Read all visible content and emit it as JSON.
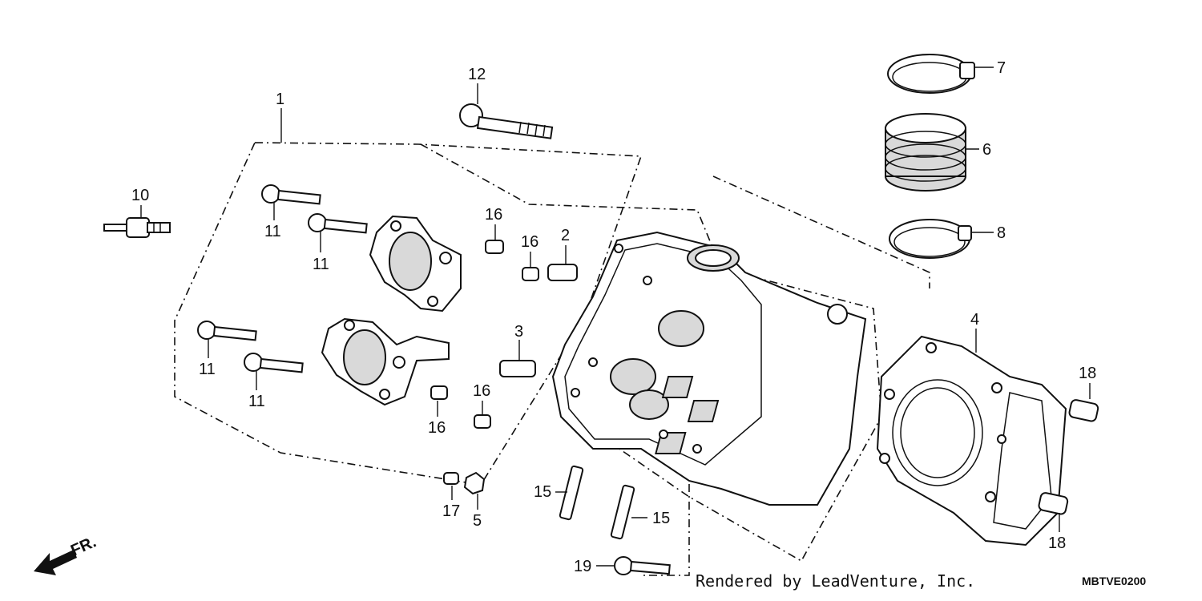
{
  "diagram": {
    "callouts": {
      "c1": "1",
      "c2": "2",
      "c3": "3",
      "c4": "4",
      "c5": "5",
      "c6": "6",
      "c7": "7",
      "c8": "8",
      "c10": "10",
      "c11": "11",
      "c12": "12",
      "c15": "15",
      "c16": "16",
      "c17": "17",
      "c18": "18",
      "c19": "19"
    },
    "direction_label": "FR.",
    "footer_text": "Rendered by LeadVenture, Inc.",
    "diagram_code": "MBTVE0200"
  }
}
